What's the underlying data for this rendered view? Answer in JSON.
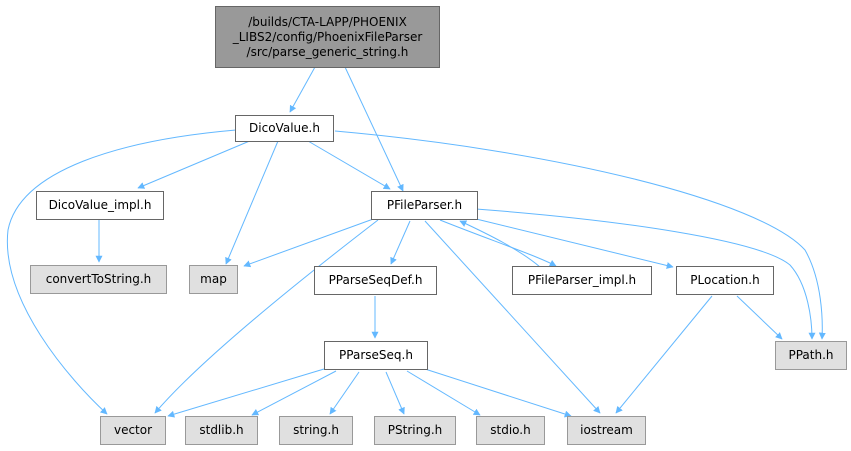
{
  "colors": {
    "edge": "#63b8ff",
    "root_fill": "#999999",
    "external_fill": "#e0e0e0",
    "node_fill": "#ffffff",
    "border": "#666666"
  },
  "nodes": {
    "root": "/builds/CTA-LAPP/PHOENIX\n_LIBS2/config/PhoenixFileParser\n/src/parse_generic_string.h",
    "dicovalue": "DicoValue.h",
    "dicovalue_impl": "DicoValue_impl.h",
    "pfileparser": "PFileParser.h",
    "converttostring": "convertToString.h",
    "map": "map",
    "pparseseqdef": "PParseSeqDef.h",
    "pfileparser_impl": "PFileParser_impl.h",
    "plocation": "PLocation.h",
    "ppath": "PPath.h",
    "pparseseq": "PParseSeq.h",
    "vector": "vector",
    "stdlib": "stdlib.h",
    "string": "string.h",
    "pstring": "PString.h",
    "stdio": "stdio.h",
    "iostream": "iostream"
  }
}
